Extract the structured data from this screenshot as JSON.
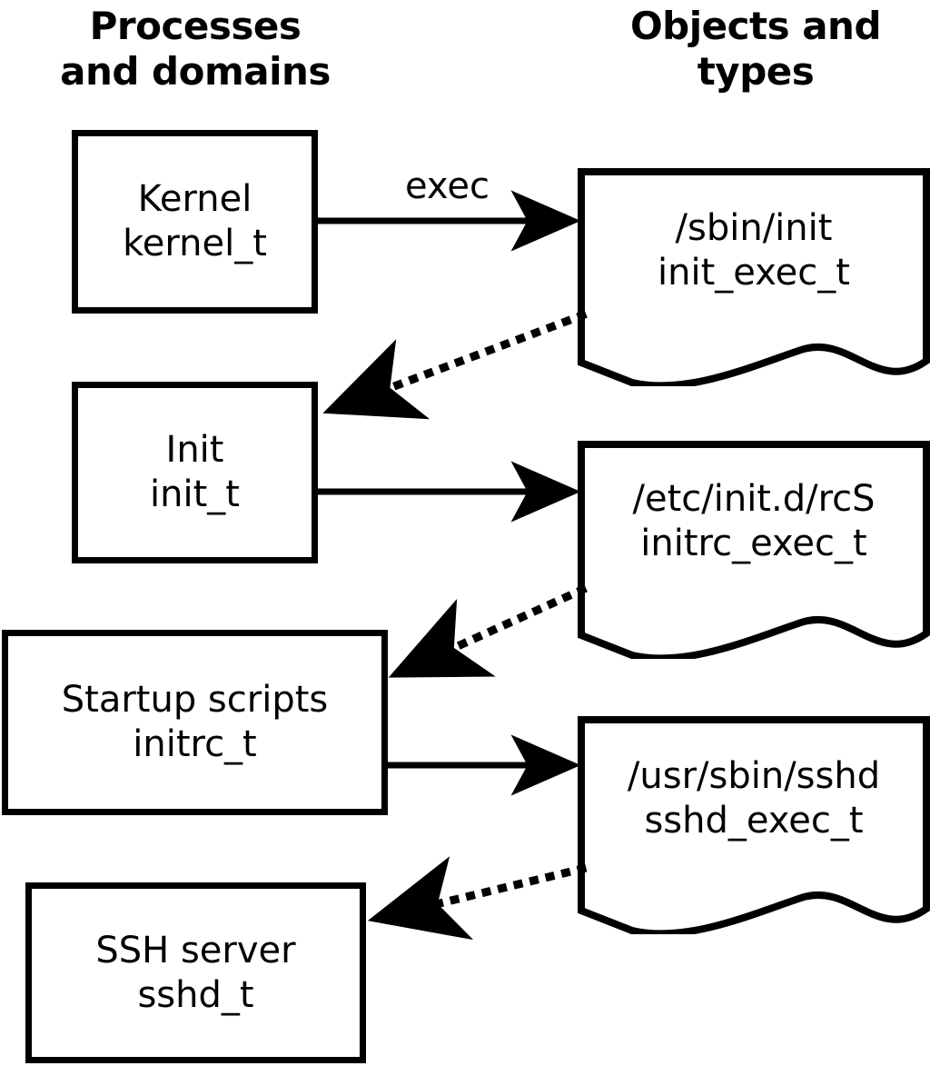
{
  "headers": {
    "left": "Processes\nand domains",
    "right": "Objects and\ntypes"
  },
  "processes": [
    {
      "name": "Kernel",
      "type": "kernel_t"
    },
    {
      "name": "Init",
      "type": "init_t"
    },
    {
      "name": "Startup scripts",
      "type": "initrc_t"
    },
    {
      "name": "SSH server",
      "type": "sshd_t"
    }
  ],
  "objects": [
    {
      "path": "/sbin/init",
      "type": "init_exec_t"
    },
    {
      "path": "/etc/init.d/rcS",
      "type": "initrc_exec_t"
    },
    {
      "path": "/usr/sbin/sshd",
      "type": "sshd_exec_t"
    }
  ],
  "edges": {
    "exec_label": "exec"
  },
  "colors": {
    "stroke": "#000000",
    "fill": "#ffffff"
  }
}
